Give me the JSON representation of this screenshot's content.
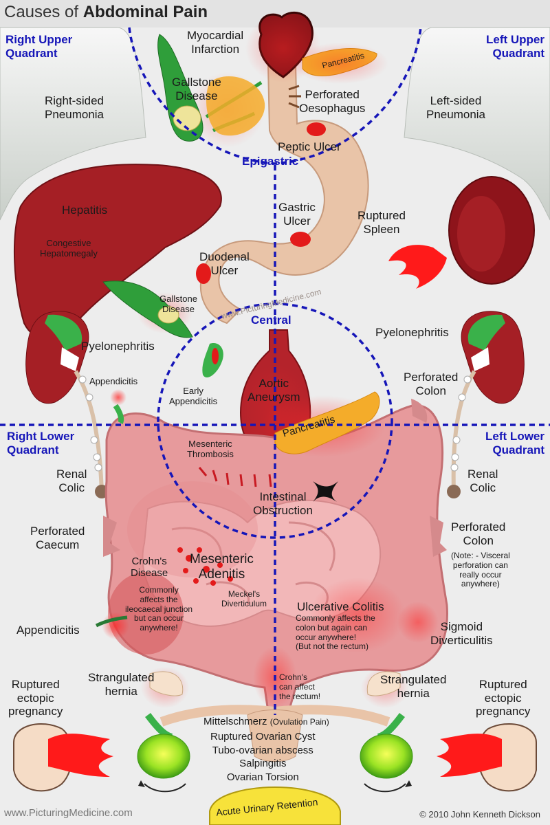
{
  "title": {
    "prefix": "Causes of ",
    "bold": "Abdominal Pain"
  },
  "quadrants": {
    "ruq": "Right Upper\nQuadrant",
    "luq": "Left Upper\nQuadrant",
    "rlq": "Right Lower\nQuadrant",
    "llq": "Left Lower\nQuadrant",
    "epigastric": "Epigastric",
    "central": "Central"
  },
  "labels": {
    "myocardial_infarction": "Myocardial\nInfarction",
    "pancreatitis_top": "Pancreatitis",
    "gallstone_top": "Gallstone\nDisease",
    "perforated_oesophagus": "Perforated\nOesophagus",
    "right_pneumonia": "Right-sided\nPneumonia",
    "left_pneumonia": "Left-sided\nPneumonia",
    "peptic_ulcer": "Peptic Ulcer",
    "hepatitis": "Hepatitis",
    "congestive": "Congestive\nHepatomegaly",
    "gastric_ulcer": "Gastric\nUlcer",
    "ruptured_spleen": "Ruptured\nSpleen",
    "duodenal_ulcer": "Duodenal\nUlcer",
    "gallstone_mid": "Gallstone\nDisease",
    "pyelo_right": "Pyelonephritis",
    "pyelo_left": "Pyelonephritis",
    "appendicitis_up": "Appendicitis",
    "early_appendicitis": "Early\nAppendicitis",
    "aortic_aneurysm": "Aortic\nAneurysm",
    "perforated_colon_up": "Perforated\nColon",
    "pancreatitis_mid": "Pancreatitis",
    "mesenteric_thrombosis": "Mesenteric\nThrombosis",
    "renal_colic_right": "Renal\nColic",
    "renal_colic_left": "Renal\nColic",
    "intestinal_obstruction": "Intestinal\nObstruction",
    "perforated_caecum": "Perforated\nCaecum",
    "perforated_colon_low": "Perforated\nColon",
    "visceral_note": "(Note: - Visceral\nperforation can\nreally occur\nanywhere)",
    "crohns": "Crohn's\nDisease",
    "crohns_note": "Commonly\naffects the\nileocaecal junction\nbut can occur\nanywhere!",
    "mesenteric_adenitis": "Mesenteric\nAdenitis",
    "meckels": "Meckel's\nDiverticulum",
    "ulcerative_colitis": "Ulcerative Colitis",
    "uc_note": "Commonly affects the\ncolon but again can\noccur anywhere!\n(But not the rectum)",
    "appendicitis_low": "Appendicitis",
    "sigmoid": "Sigmoid\nDiverticulitis",
    "strangulated_right": "Strangulated\nhernia",
    "strangulated_left": "Strangulated\nhernia",
    "crohns_rectum": "Crohn's\ncan affect\nthe rectum!",
    "ectopic_right": "Ruptured\nectopic\npregnancy",
    "ectopic_left": "Ruptured\nectopic\npregnancy",
    "mittelschmerz": "Mittelschmerz",
    "ovulation": "(Ovulation Pain)",
    "ovarian_list": "Ruptured Ovarian Cyst\nTubo-ovarian abscess\nSalpingitis\nOvarian Torsion",
    "urinary_retention": "Acute Urinary Retention",
    "watermark": "www.PicturingMedicine.com"
  },
  "footer": {
    "site": "www.PicturingMedicine.com",
    "copyright": "© 2010 John Kenneth Dickson"
  },
  "colors": {
    "quadrant_blue": "#1616b8",
    "organ_red": "#9e1b22",
    "bowel_pink": "#e79a9c",
    "stomach_tan": "#e9c4a8",
    "gallbladder_green": "#2f9e3a",
    "pancreas_orange": "#f4ac2a",
    "ovary_green": "#7ed321",
    "urine_yellow": "#f7e23a"
  }
}
